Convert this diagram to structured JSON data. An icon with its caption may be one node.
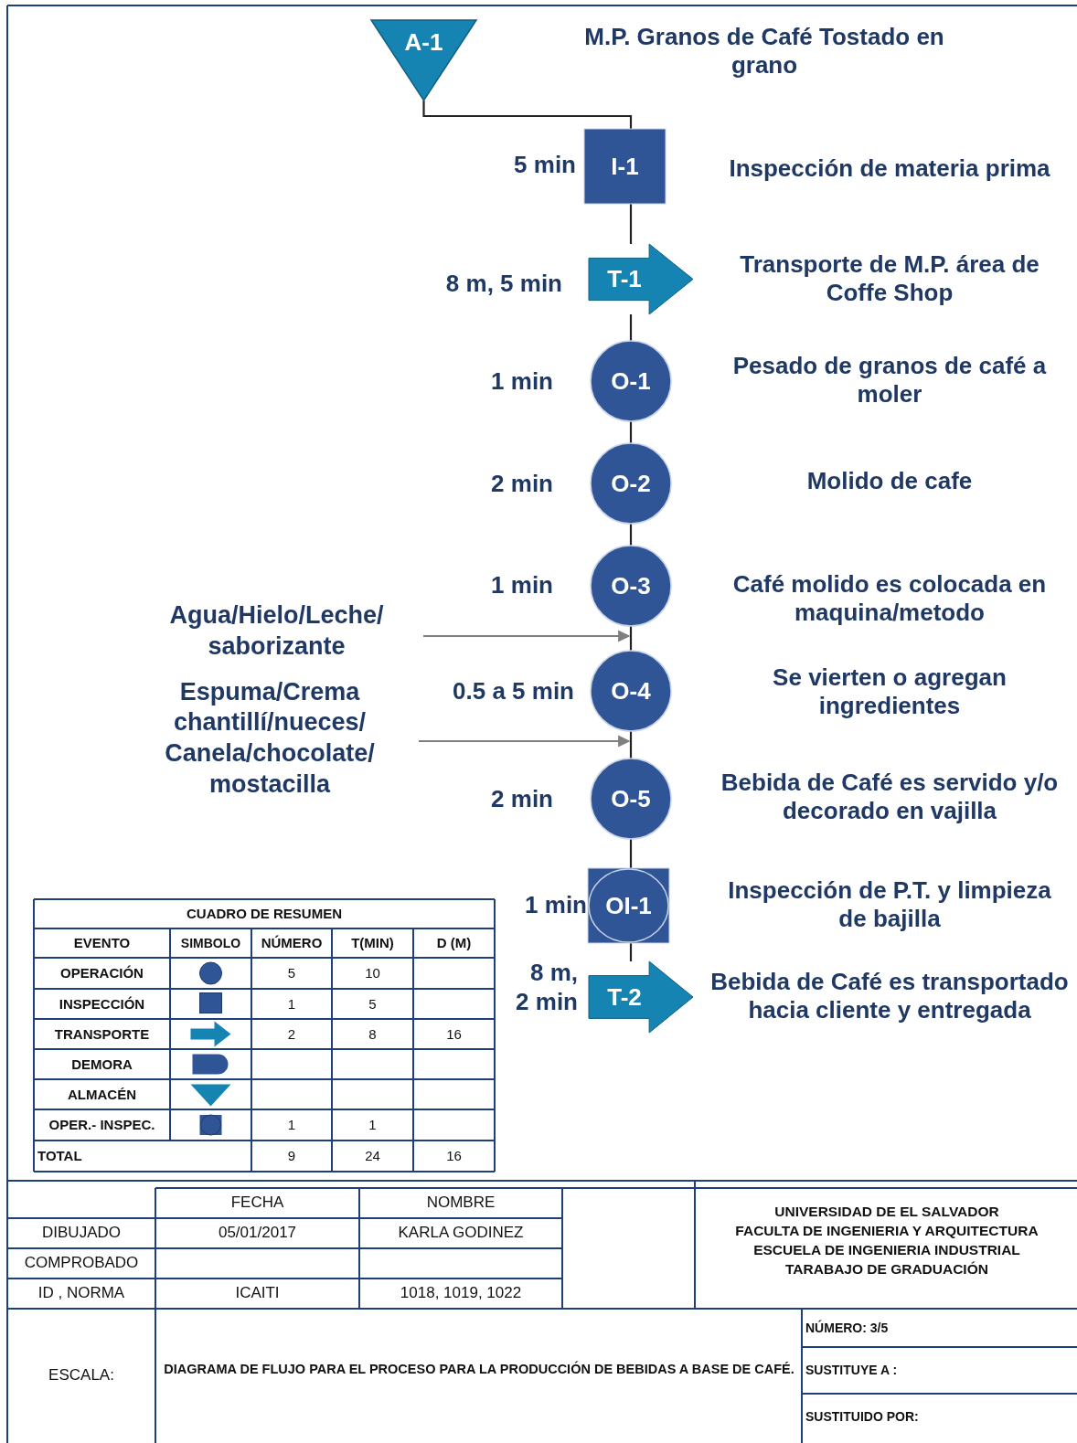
{
  "diagram": {
    "nodes": [
      {
        "text": [
          "A-1"
        ]
      },
      {
        "text": [
          "I-1"
        ],
        "beside": [
          "5 min"
        ]
      },
      {
        "text": [
          "T-1"
        ],
        "beside": [
          "8 m, 5 min"
        ]
      },
      {
        "text": [
          "O-1"
        ],
        "beside": [
          "1 min"
        ]
      },
      {
        "text": [
          "O-2"
        ],
        "beside": [
          "2 min"
        ]
      },
      {
        "text": [
          "O-3"
        ],
        "beside": [
          "1 min"
        ]
      },
      {
        "text": [
          "O-4"
        ],
        "beside": [
          "0.5 a 5 min"
        ]
      },
      {
        "text": [
          "O-5"
        ],
        "beside": [
          "2 min"
        ]
      },
      {
        "text": [
          "OI-1"
        ],
        "beside": [
          "1 min"
        ]
      },
      {
        "text": [
          "T-2"
        ],
        "beside": [
          "8 m, 2 min"
        ]
      },
      {
        "text": [
          "Agua/Hielo/Leche/ saborizante"
        ]
      },
      {
        "text": [
          "Espuma/Crema chantillí/nueces/ Canela/chocolate/ mostacilla"
        ]
      }
    ],
    "edges": [
      {
        "from": 0,
        "to": 1,
        "arrow": "none"
      },
      {
        "from": 1,
        "to": 2,
        "arrow": "none"
      },
      {
        "from": 2,
        "to": 3,
        "arrow": "none"
      },
      {
        "from": 3,
        "to": 4,
        "arrow": "none"
      },
      {
        "from": 4,
        "to": 5,
        "arrow": "none"
      },
      {
        "from": 5,
        "to": 6,
        "arrow": "none"
      },
      {
        "from": 6,
        "to": 7,
        "arrow": "none"
      },
      {
        "from": 7,
        "to": 8,
        "arrow": "none"
      },
      {
        "from": 8,
        "to": 9,
        "arrow": "none"
      },
      {
        "from": 10,
        "to": 5,
        "arrow": "to",
        "color": "#7f7f7f"
      },
      {
        "from": 11,
        "to": 6,
        "arrow": "to",
        "color": "#7f7f7f"
      }
    ],
    "labels": [
      "M.P. Granos de Café Tostado en grano",
      "Inspección de materia prima",
      "Transporte de M.P. área de Coffe Shop",
      "Pesado de granos de café a moler",
      "Molido de cafe",
      "Café molido es colocada en maquina/metodo",
      "Se vierten o agregan ingredientes",
      "Bebida de Café es servido y/o decorado en vajilla",
      "Inspección de P.T. y limpieza de bajilla",
      "Bebida de Café es transportado hacia cliente y entregada",
      "CUADRO DE RESUMEN",
      "EVENTO",
      "SIMBOLO",
      "NÚMERO",
      "T(MIN)",
      "D (M)",
      "OPERACIÓN",
      "5",
      "10",
      "INSPECCIÓN",
      "1",
      "5",
      "TRANSPORTE",
      "2",
      "8",
      "16",
      "DEMORA",
      "ALMACÉN",
      "OPER.- INSPEC.",
      "1",
      "1",
      "TOTAL",
      "9",
      "24",
      "16",
      "FECHA",
      "NOMBRE",
      "DIBUJADO",
      "05/01/2017",
      "KARLA GODINEZ",
      "COMPROBADO",
      "ID , NORMA",
      "ICAITI",
      "1018, 1019, 1022",
      "UNIVERSIDAD DE EL SALVADOR",
      "FACULTA DE INGENIERIA Y ARQUITECTURA",
      "ESCUELA DE INGENIERIA INDUSTRIAL",
      "TARABAJO DE GRADUACIÓN",
      "ESCALA:",
      "DIAGRAMA DE FLUJO PARA EL PROCESO PARA LA PRODUCCIÓN DE BEBIDAS A BASE DE CAFÉ.",
      "NÚMERO: 3/5",
      "SUSTITUYE A :",
      "SUSTITUIDO POR:"
    ]
  }
}
